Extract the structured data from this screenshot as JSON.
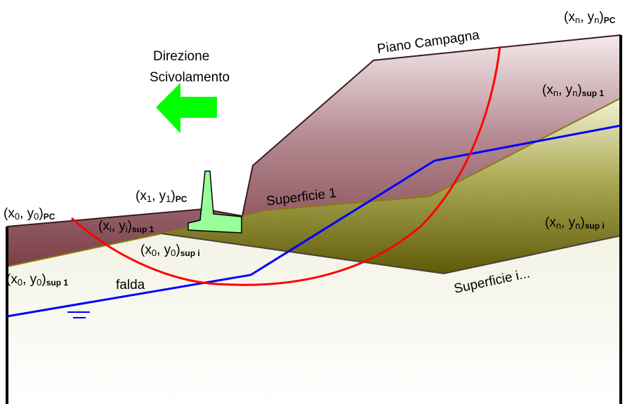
{
  "direction": {
    "line1": "Direzione",
    "line2": "Scivolamento"
  },
  "surfaces": {
    "ground": "Piano Campagna",
    "layer1": "Superficie 1",
    "layeri": "Superficie i...",
    "water": "falda"
  },
  "coordinates": {
    "pc_n": {
      "open": "(x",
      "x_sub": "n",
      "mid": ", y",
      "y_sub": "n",
      "close": ")",
      "tag": "PC"
    },
    "sup1_n": {
      "open": "(x",
      "x_sub": "n",
      "mid": ", y",
      "y_sub": "n",
      "close": ")",
      "tag": "sup 1"
    },
    "pc_1": {
      "open": "(x",
      "x_sub": "1",
      "mid": ", y",
      "y_sub": "1",
      "close": ")",
      "tag": "PC"
    },
    "pc_0": {
      "open": "(x",
      "x_sub": "0",
      "mid": ", y",
      "y_sub": "0",
      "close": ")",
      "tag": "PC"
    },
    "sup1_i": {
      "open": "(x",
      "x_sub": "i",
      "mid": ", y",
      "y_sub": "i",
      "close": ")",
      "tag": "sup 1"
    },
    "supi_0": {
      "open": "(x",
      "x_sub": "0",
      "mid": ", y",
      "y_sub": "0",
      "close": ")",
      "tag": "sup i"
    },
    "supi_n": {
      "open": "(x",
      "x_sub": "n",
      "mid": ", y",
      "y_sub": "n",
      "close": ")",
      "tag": "sup i"
    },
    "sup1_0": {
      "open": "(x",
      "x_sub": "0",
      "mid": ", y",
      "y_sub": "0",
      "close": ")",
      "tag": "sup 1"
    }
  },
  "colors": {
    "upper_layer": "#8a4f57",
    "middle_layer": "#6f6a14",
    "lower_layer": "#efefdf",
    "slip_surface": "#ff0000",
    "water_table": "#0000ff",
    "arrow": "#00ff00",
    "retaining_wall": "#99ff99"
  }
}
